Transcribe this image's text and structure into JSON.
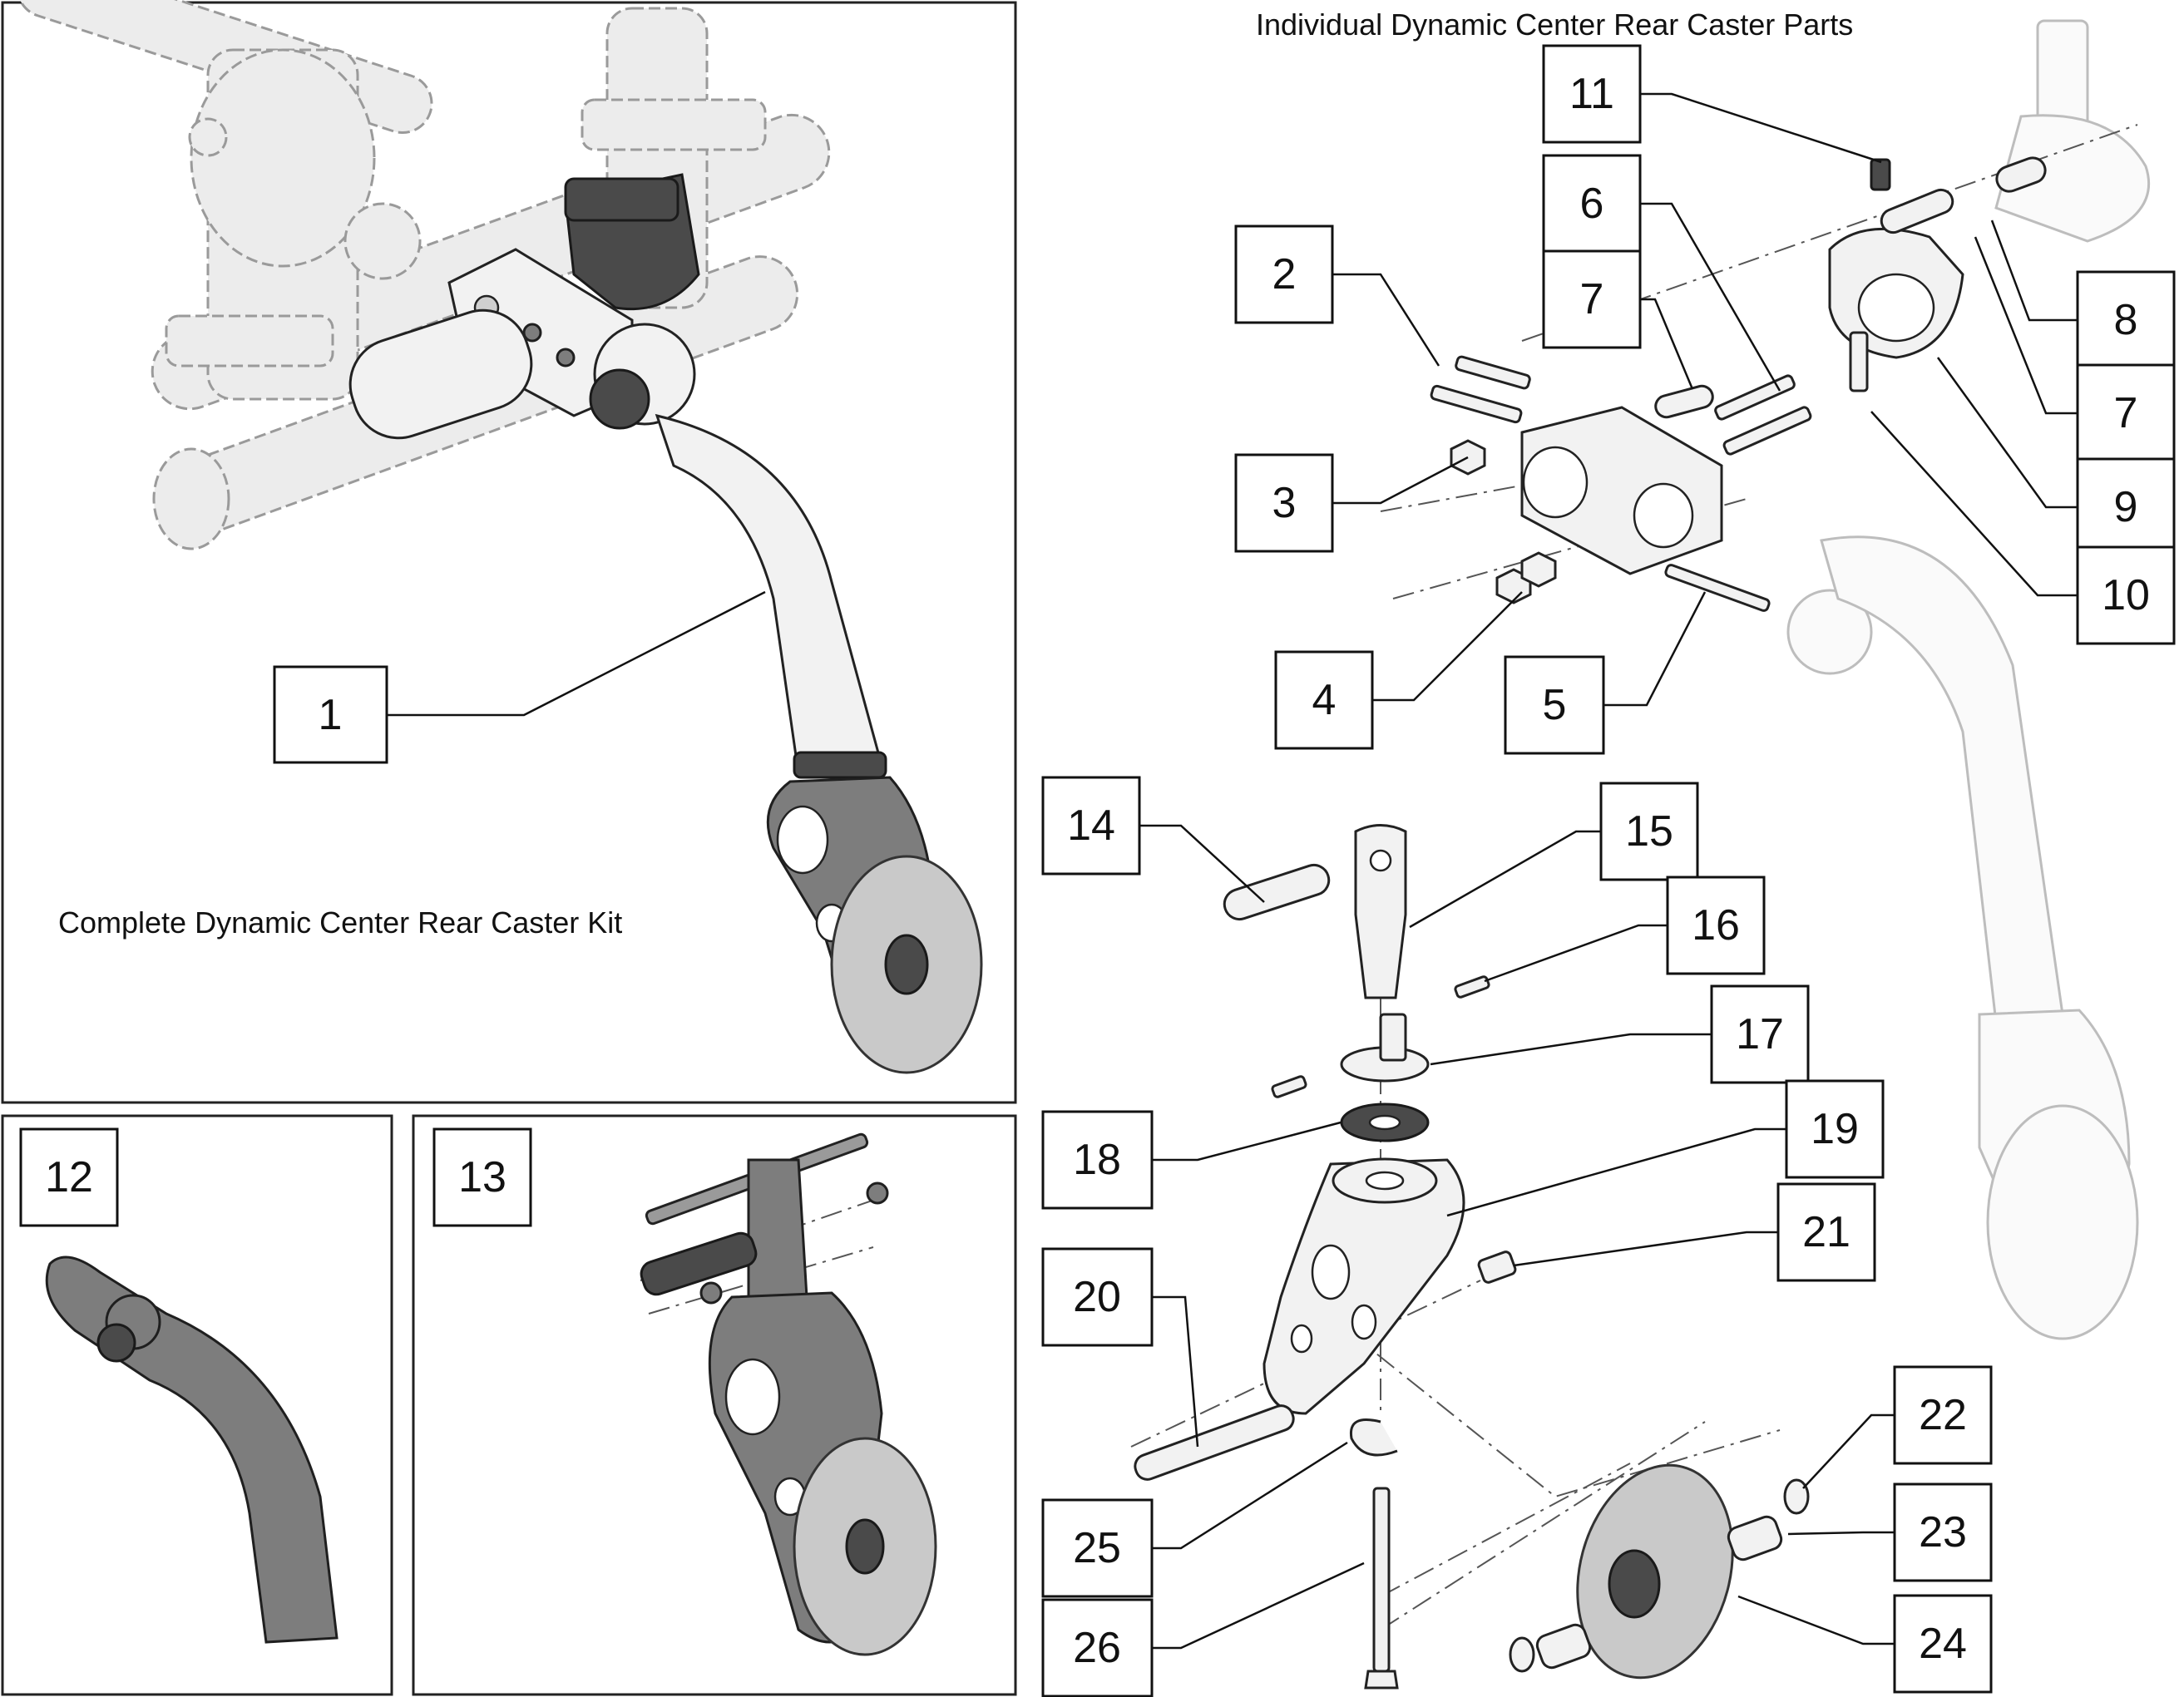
{
  "diagram": {
    "main_kit_label": "Complete Dynamic Center Rear Caster Kit",
    "parts_title": "Individual Dynamic Center Rear Caster Parts",
    "callouts": {
      "c1": "1",
      "c2": "2",
      "c3": "3",
      "c4": "4",
      "c5": "5",
      "c6": "6",
      "c7a": "7",
      "c7b": "7",
      "c8": "8",
      "c9": "9",
      "c10": "10",
      "c11": "11",
      "c12": "12",
      "c13": "13",
      "c14": "14",
      "c15": "15",
      "c16": "16",
      "c17": "17",
      "c18": "18",
      "c19": "19",
      "c20": "20",
      "c21": "21",
      "c22": "22",
      "c23": "23",
      "c24": "24",
      "c25": "25",
      "c26": "26"
    }
  },
  "colors": {
    "line": "#111111",
    "part_dark": "#4a4a4a",
    "part_grey": "#7d7d7d",
    "ghost": "#ececec"
  }
}
